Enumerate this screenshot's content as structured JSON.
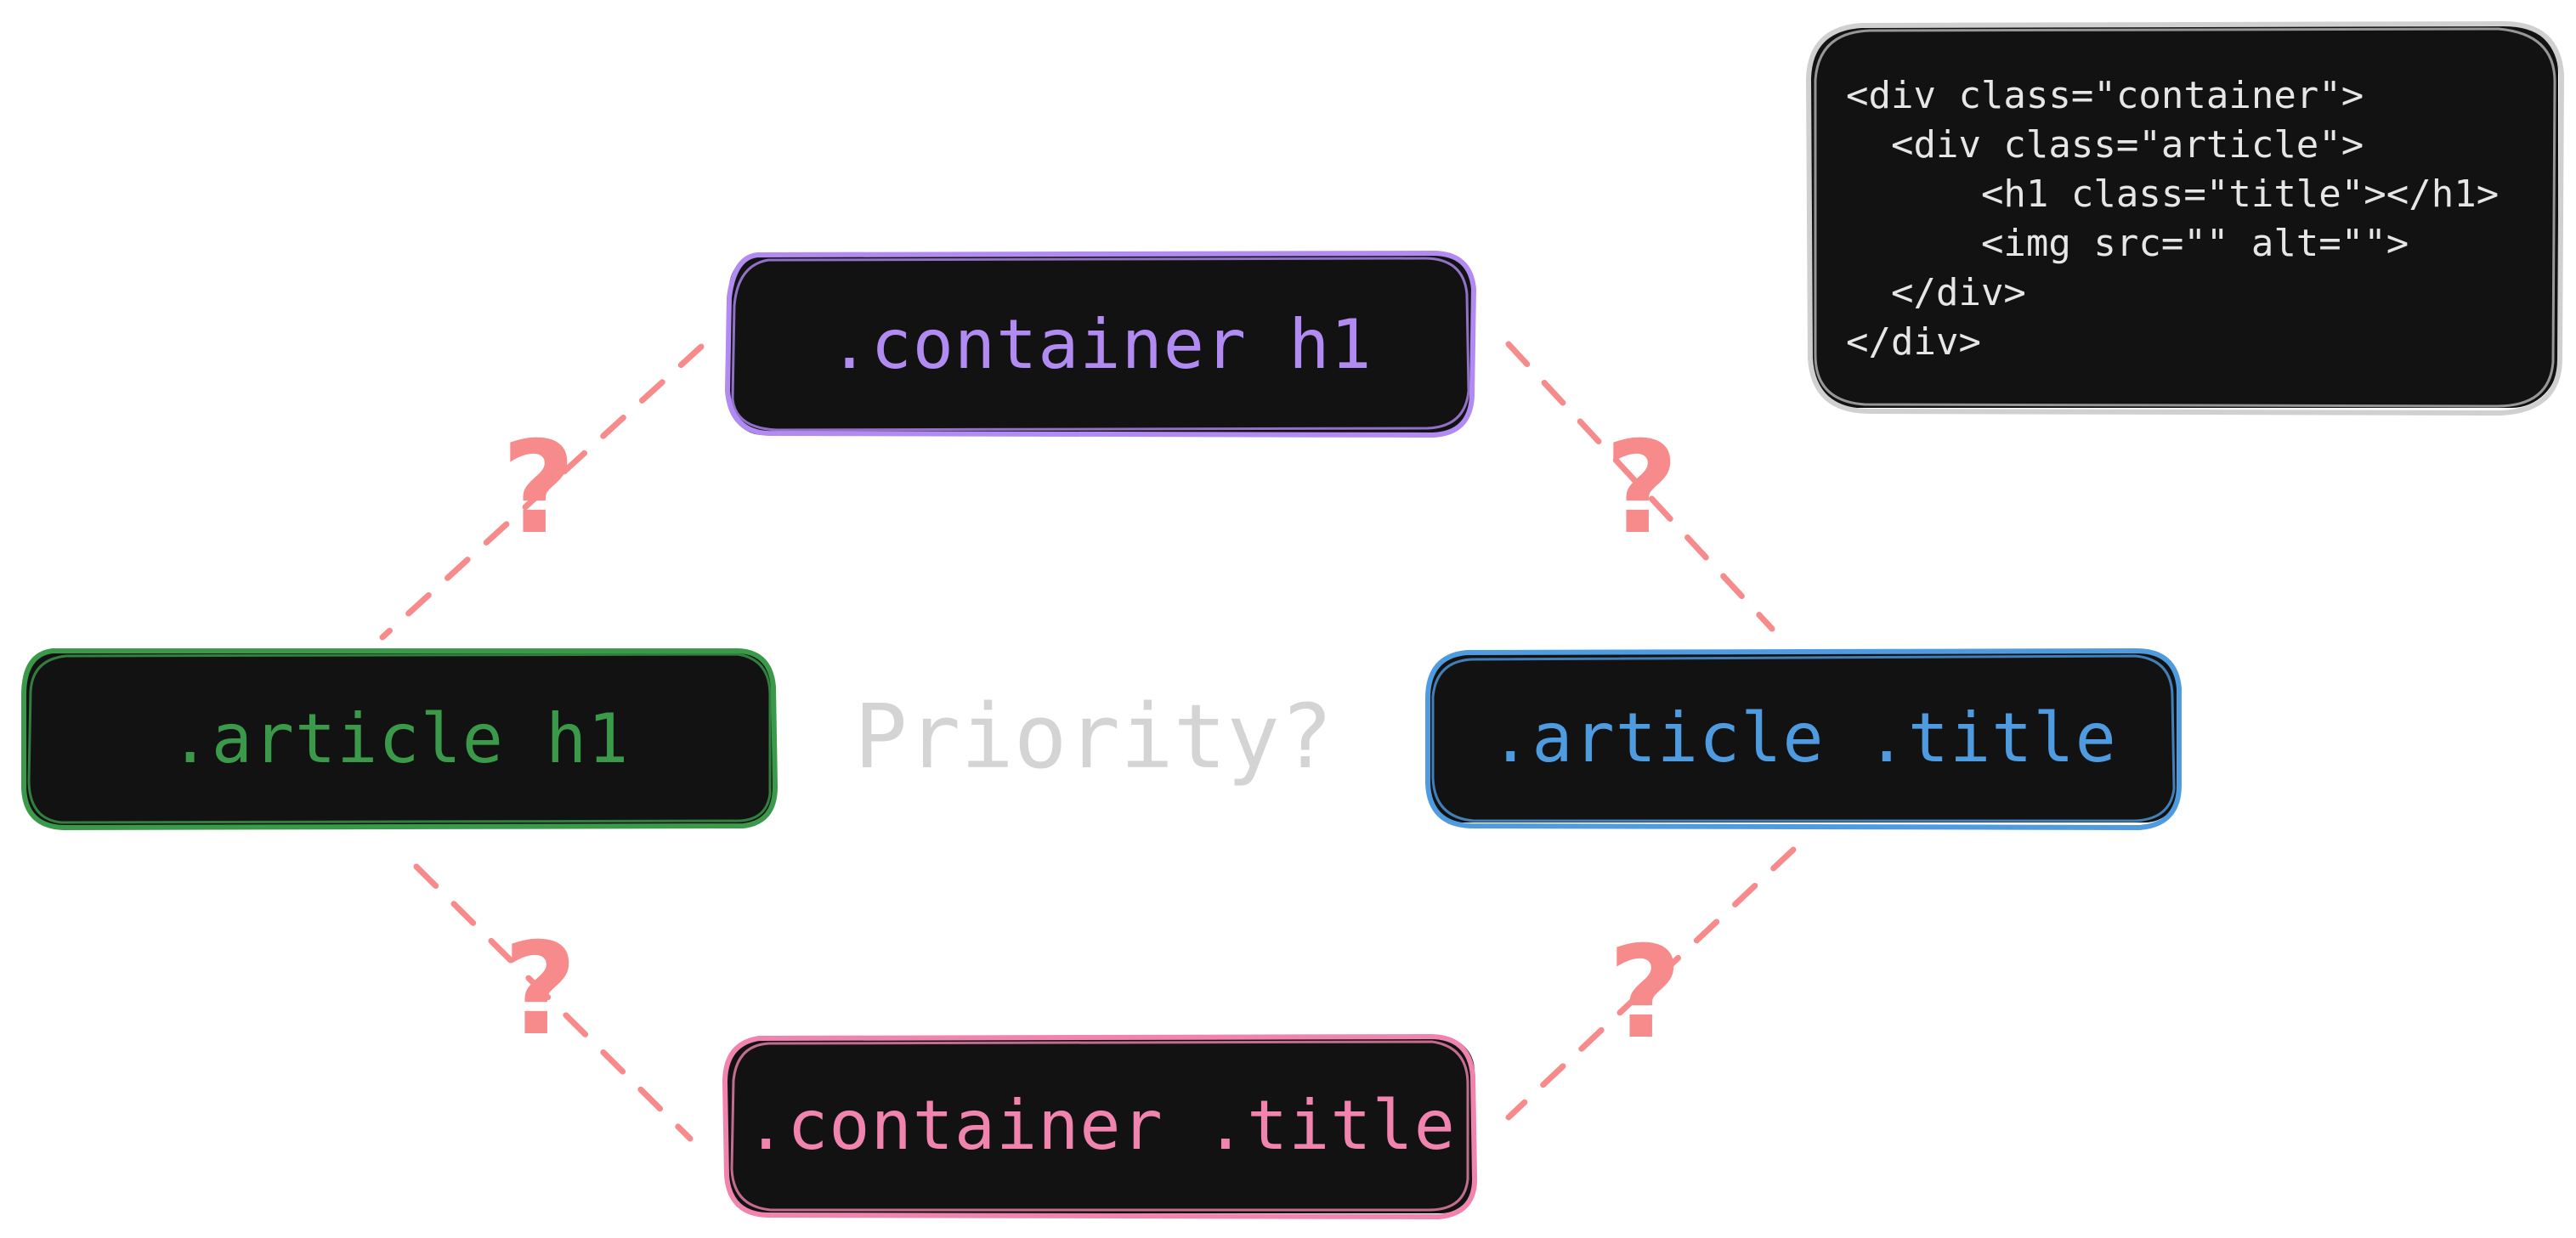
{
  "nodes": {
    "container_h1": ".container h1",
    "article_h1": ".article h1",
    "article_title": ".article .title",
    "container_title": ".container .title"
  },
  "center_label": "Priority?",
  "question_mark": "?",
  "code_lines": [
    "<div class=\"container\">",
    "  <div class=\"article\">",
    "      <h1 class=\"title\"></h1>",
    "      <img src=\"\" alt=\"\">",
    "  </div>",
    "</div>"
  ],
  "colors": {
    "container_h1": "#b18af2",
    "article_h1": "#3a9a4a",
    "article_title": "#4f9be0",
    "container_title": "#f084ae",
    "connector": "#f78a8a",
    "box_background": "#121212",
    "center_label": "#d4d4d4",
    "code_text": "#e6e6e6",
    "code_box_outline": "#d0d0d0"
  }
}
